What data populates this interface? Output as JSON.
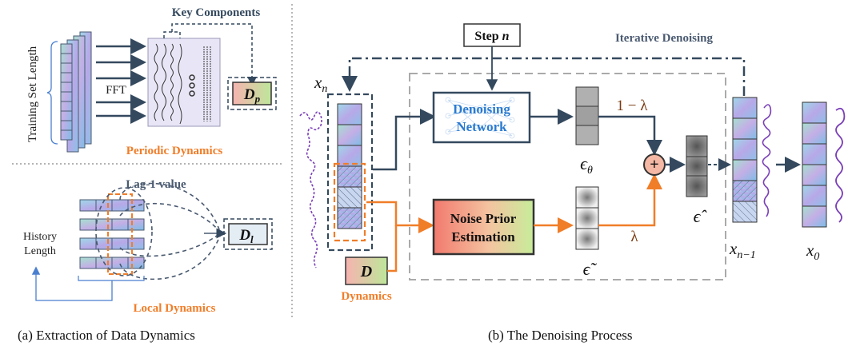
{
  "left_panel": {
    "key_components": "Key Components",
    "training_set_length": "Training Set Length",
    "fft": "FFT",
    "dp_main": "D",
    "dp_sub": "p",
    "periodic_dynamics": "Periodic  Dynamics",
    "lag1": "Lag-1 value",
    "history": "History",
    "length": "Length",
    "dl_main": "D",
    "dl_sub": "l",
    "local_dynamics": "Local Dynamics"
  },
  "right_panel": {
    "step": "Step ",
    "step_n": "n",
    "iterative_denoising": "Iterative Denoising",
    "xn_main": "x",
    "xn_sub": "n",
    "denoise_line1": "Denoising",
    "denoise_line2": "Network",
    "noise_line1": "Noise Prior",
    "noise_line2": "Estimation",
    "one_minus_lambda": "1 − λ",
    "lambda": "λ",
    "eps_theta_main": "ϵ",
    "eps_theta_sub": "θ",
    "eps_hat": "ϵ̂",
    "eps_tilde": "ϵ̃",
    "d_label": "D",
    "dynamics": "Dynamics",
    "xn1_main": "x",
    "xn1_sub": "n−1",
    "x0_main": "x",
    "x0_sub": "0",
    "plus": "+"
  },
  "captions": {
    "left": "(a) Extraction of Data Dynamics",
    "right": "(b) The Denoising Process"
  },
  "colors": {
    "orange": "#f07d28",
    "dark": "#34495e",
    "blue_text": "#2b7bd0",
    "purple": "#7a3fb8"
  }
}
